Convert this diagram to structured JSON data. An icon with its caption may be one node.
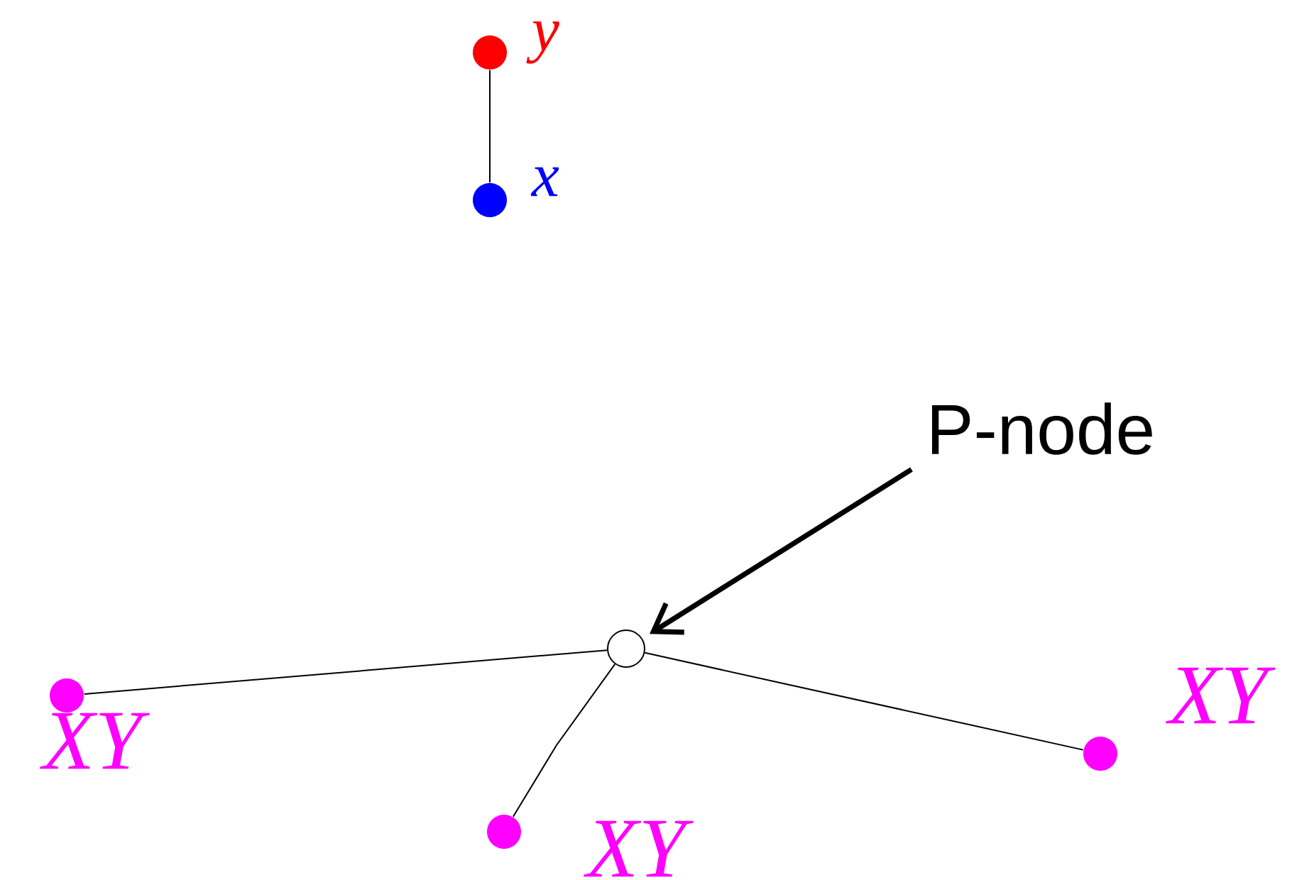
{
  "diagram": {
    "nodes": [
      {
        "text": [],
        "shape": "circle",
        "beside": [
          "y"
        ]
      },
      {
        "text": [],
        "shape": "circle",
        "beside": [
          "x"
        ]
      },
      {
        "text": [
          "P-node"
        ]
      },
      {
        "text": [],
        "shape": "circle"
      },
      {
        "text": [],
        "shape": "circle",
        "beside": [
          "XY"
        ]
      },
      {
        "text": [],
        "shape": "circle",
        "beside": [
          "XY"
        ]
      },
      {
        "text": [],
        "shape": "circle",
        "beside": [
          "XY"
        ]
      }
    ],
    "edges": [
      {
        "from": 1,
        "to": 0,
        "arrow": "none"
      },
      {
        "from": 2,
        "to": 3,
        "arrow": "to",
        "style": "thick"
      },
      {
        "from": 3,
        "to": 4,
        "arrow": "none"
      },
      {
        "from": 3,
        "to": 5,
        "arrow": "none"
      },
      {
        "from": 3,
        "to": 6,
        "arrow": "none"
      }
    ]
  }
}
